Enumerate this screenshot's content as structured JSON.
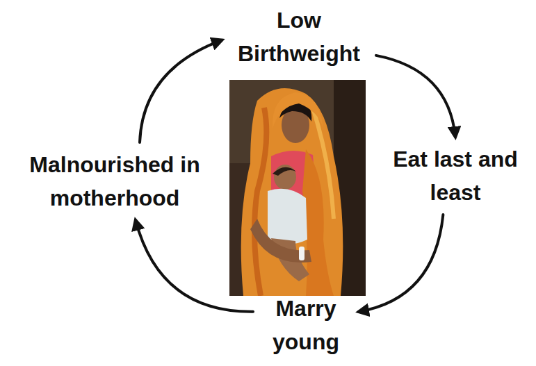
{
  "diagram": {
    "nodes": [
      {
        "text": [
          "Low Birthweight"
        ]
      },
      {
        "text": [
          "Eat last and least"
        ]
      },
      {
        "text": [
          "Marry young"
        ]
      },
      {
        "text": [
          "Malnourished in motherhood"
        ]
      }
    ],
    "edges": [
      {
        "from": 0,
        "to": 1,
        "arrow": "to"
      },
      {
        "from": 1,
        "to": 2,
        "arrow": "to"
      },
      {
        "from": 2,
        "to": 3,
        "arrow": "to"
      },
      {
        "from": 3,
        "to": 0,
        "arrow": "to"
      }
    ]
  }
}
